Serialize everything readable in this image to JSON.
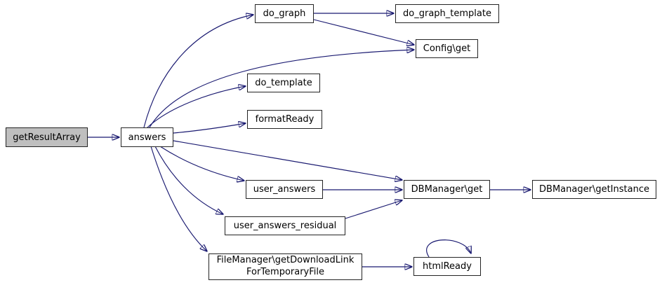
{
  "diagram": {
    "type": "call-graph",
    "background_color": "#ffffff",
    "edge_color": "#191970",
    "node_fill_color": "#ffffff",
    "node_border_color": "#242424",
    "root_node_fill_color": "#bfbfbf",
    "nodes": {
      "get_result_array": {
        "label": "getResultArray"
      },
      "answers": {
        "label": "answers"
      },
      "do_graph": {
        "label": "do_graph"
      },
      "do_graph_template": {
        "label": "do_graph_template"
      },
      "config_get": {
        "label": "Config\\get"
      },
      "do_template": {
        "label": "do_template"
      },
      "format_ready": {
        "label": "formatReady"
      },
      "user_answers": {
        "label": "user_answers"
      },
      "user_answers_residual": {
        "label": "user_answers_residual"
      },
      "dbmanager_get": {
        "label": "DBManager\\get"
      },
      "dbmanager_getinstance": {
        "label": "DBManager\\getInstance"
      },
      "filemanager_getdownloadlink": {
        "label_lines": [
          "FileManager\\getDownloadLink",
          "ForTemporaryFile"
        ]
      },
      "html_ready": {
        "label": "htmlReady"
      }
    },
    "edges": [
      {
        "from": "get_result_array",
        "to": "answers"
      },
      {
        "from": "answers",
        "to": "do_graph"
      },
      {
        "from": "do_graph",
        "to": "do_graph_template"
      },
      {
        "from": "do_graph",
        "to": "config_get"
      },
      {
        "from": "answers",
        "to": "config_get"
      },
      {
        "from": "answers",
        "to": "do_template"
      },
      {
        "from": "answers",
        "to": "format_ready"
      },
      {
        "from": "answers",
        "to": "dbmanager_get"
      },
      {
        "from": "answers",
        "to": "user_answers"
      },
      {
        "from": "user_answers",
        "to": "dbmanager_get"
      },
      {
        "from": "answers",
        "to": "user_answers_residual"
      },
      {
        "from": "user_answers_residual",
        "to": "dbmanager_get"
      },
      {
        "from": "dbmanager_get",
        "to": "dbmanager_getinstance"
      },
      {
        "from": "answers",
        "to": "filemanager_getdownloadlink"
      },
      {
        "from": "filemanager_getdownloadlink",
        "to": "html_ready"
      },
      {
        "from": "html_ready",
        "to": "html_ready"
      }
    ]
  }
}
